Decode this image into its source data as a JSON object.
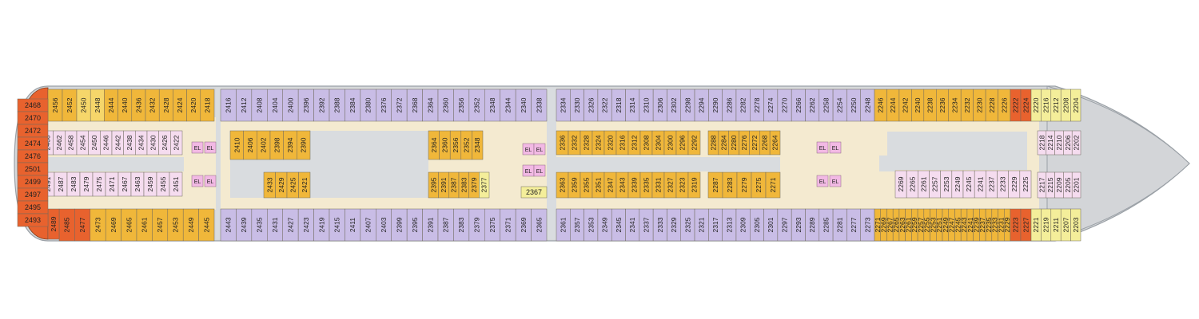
{
  "legend": {
    "elevator": "EL"
  },
  "colors": {
    "suite": "#e8622e",
    "balcony_gold": "#f0b73a",
    "balcony_light": "#f6d66a",
    "ocean_yellow": "#f4ee9a",
    "interior_purple": "#c9bde6",
    "interior_pink": "#f5dcef",
    "corridor": "#f4ead0",
    "public": "#d9dcdf",
    "hull": "#d6d8da",
    "elevator_pink": "#f2b9e4"
  },
  "fore": {
    "top": [
      "2246",
      "2244",
      "2242",
      "2240",
      "2238",
      "2236",
      "2234",
      "2232",
      "2230",
      "2228",
      "2226"
    ],
    "top_suites": [
      "2222",
      "2224"
    ],
    "bottom": [
      "2271",
      "2269",
      "2267",
      "2265",
      "2263",
      "2261",
      "2259",
      "2257",
      "2255",
      "2253",
      "2251",
      "2249",
      "2247",
      "2245",
      "2243",
      "2241",
      "2239",
      "2237",
      "2235",
      "2233",
      "2231",
      "2229"
    ],
    "bottom_suites": [
      "2223",
      "2227"
    ],
    "bow_top": [
      "2220",
      "2216",
      "2212",
      "2208",
      "2204"
    ],
    "bow_bottom": [
      "2221",
      "2219",
      "2211",
      "2207",
      "2203"
    ],
    "bow_inner_top": [
      "2218",
      "2214",
      "2210",
      "2206",
      "2202"
    ],
    "bow_inner_bottom": [
      "2217",
      "2215",
      "2209",
      "2205",
      "2201"
    ],
    "inner_bottom": [
      "2269",
      "2265",
      "2261",
      "2257",
      "2253",
      "2249",
      "2245",
      "2241",
      "2237",
      "2233",
      "2229",
      "2225"
    ]
  },
  "mid_fore": {
    "top": [
      "2334",
      "2330",
      "2326",
      "2322",
      "2318",
      "2314",
      "2310",
      "2306",
      "2302",
      "2298",
      "2294",
      "2290",
      "2286",
      "2282",
      "2278",
      "2274",
      "2270",
      "2266",
      "2262",
      "2258",
      "2254",
      "2250",
      "2248"
    ],
    "bottom": [
      "2361",
      "2357",
      "2353",
      "2349",
      "2345",
      "2341",
      "2337",
      "2333",
      "2329",
      "2325",
      "2321",
      "2317",
      "2313",
      "2309",
      "2305",
      "2301",
      "2297",
      "2293",
      "2289",
      "2285",
      "2281",
      "2277",
      "2273"
    ],
    "inner_top": [
      "2336",
      "2332",
      "2328",
      "2324",
      "2320",
      "2316",
      "2312",
      "2308",
      "2304",
      "2300",
      "2296",
      "2292"
    ],
    "inner_top_b": [
      "2288",
      "2284",
      "2280",
      "2276",
      "2272",
      "2268",
      "2264"
    ],
    "inner_bottom": [
      "2363",
      "2359",
      "2355",
      "2351",
      "2347",
      "2343",
      "2339",
      "2335",
      "2331",
      "2327",
      "2323",
      "2319"
    ],
    "inner_bottom_b": [
      "2287",
      "2283",
      "2279",
      "2275",
      "2271"
    ],
    "stair_room": "2367"
  },
  "mid_aft": {
    "top": [
      "2416",
      "2412",
      "2408",
      "2404",
      "2400",
      "2396",
      "2392",
      "2388",
      "2384",
      "2380",
      "2376",
      "2372",
      "2368",
      "2364",
      "2360",
      "2356",
      "2352",
      "2348",
      "2344",
      "2340",
      "2338"
    ],
    "bottom": [
      "2443",
      "2439",
      "2435",
      "2431",
      "2427",
      "2423",
      "2419",
      "2415",
      "2411",
      "2407",
      "2403",
      "2399",
      "2395",
      "2391",
      "2387",
      "2383",
      "2379",
      "2375",
      "2371",
      "2369",
      "2365"
    ],
    "inner_top": [
      "2410",
      "2406",
      "2402",
      "2398",
      "2394",
      "2390"
    ],
    "inner_top_b": [
      "2364",
      "2360",
      "2356",
      "2352",
      "2348"
    ],
    "inner_bottom": [
      "2433",
      "2429",
      "2425",
      "2421"
    ],
    "inner_bottom_b": [
      "2395",
      "2391",
      "2387",
      "2383",
      "2379",
      "2377"
    ]
  },
  "aft": {
    "top": [
      "2450",
      "2448",
      "2444",
      "2440",
      "2436",
      "2432",
      "2428",
      "2424",
      "2420",
      "2418"
    ],
    "top_suites": [
      "2456",
      "2452"
    ],
    "bottom": [
      "2485",
      "2477",
      "2473",
      "2469",
      "2465",
      "2461",
      "2457",
      "2453",
      "2449",
      "2445"
    ],
    "bottom_suite": "2489",
    "inner_top": [
      "2466",
      "2462",
      "2458",
      "2454",
      "2450",
      "2446",
      "2442",
      "2438",
      "2434",
      "2430",
      "2426",
      "2422"
    ],
    "inner_bottom": [
      "2491",
      "2487",
      "2483",
      "2479",
      "2475",
      "2471",
      "2467",
      "2463",
      "2459",
      "2455",
      "2451"
    ],
    "stern": [
      "2468",
      "2470",
      "2472",
      "2474",
      "2476",
      "2501",
      "2499",
      "2497",
      "2495",
      "2493"
    ]
  }
}
